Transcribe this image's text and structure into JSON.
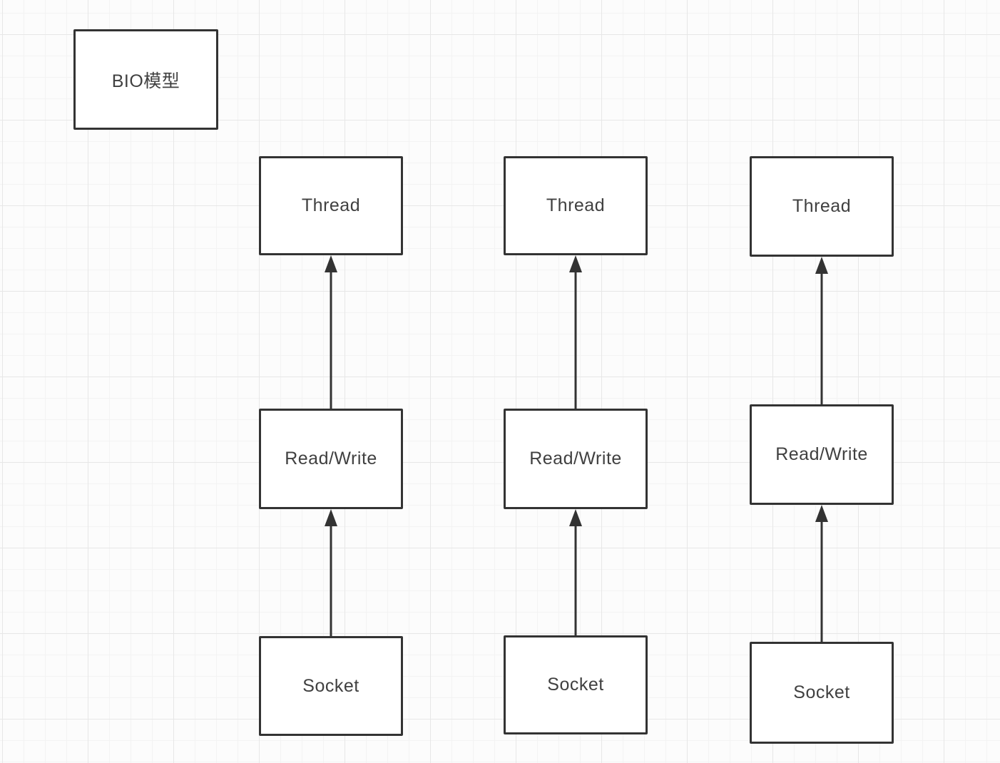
{
  "diagram": {
    "title": "BIO模型",
    "colors": {
      "node_fill": "#ffffff",
      "node_border": "#333333",
      "text": "#404040",
      "grid_minor": "#f3f3f3",
      "grid_major": "#e7e7e7",
      "background": "#fcfcfc"
    },
    "columns": [
      {
        "thread": "Thread",
        "read_write": "Read/Write",
        "socket": "Socket"
      },
      {
        "thread": "Thread",
        "read_write": "Read/Write",
        "socket": "Socket"
      },
      {
        "thread": "Thread",
        "read_write": "Read/Write",
        "socket": "Socket"
      }
    ]
  }
}
